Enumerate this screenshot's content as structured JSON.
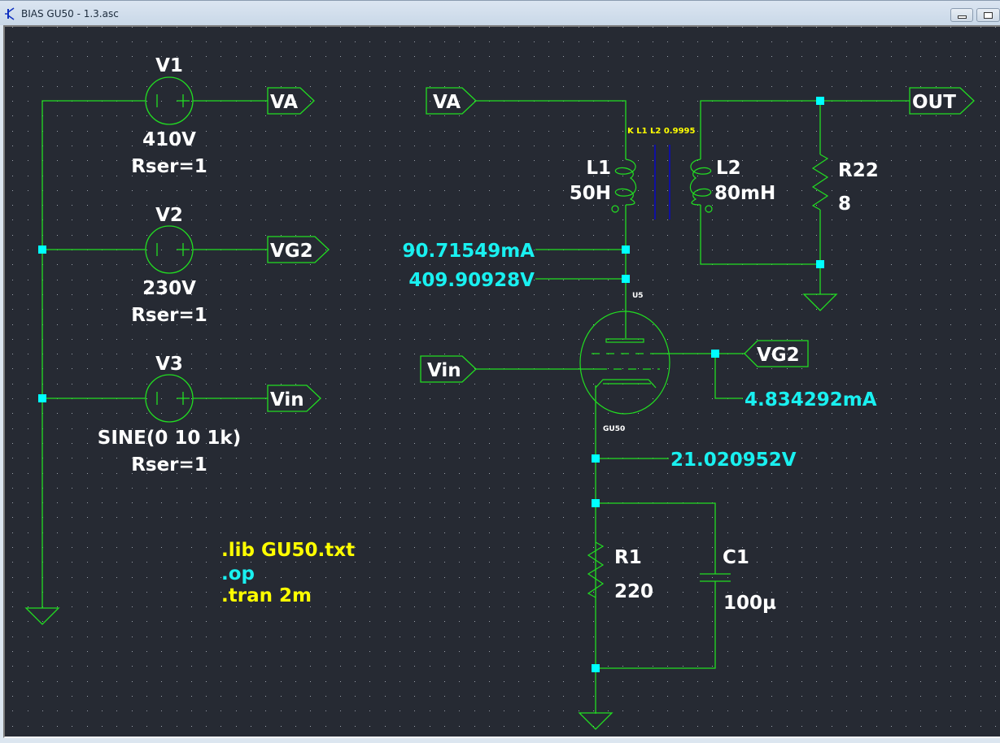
{
  "window": {
    "title": "BIAS GU50 - 1.3.asc",
    "app_icon": "transistor-icon",
    "buttons": [
      {
        "name": "minimize"
      },
      {
        "name": "restore"
      }
    ]
  },
  "colors": {
    "background": "#262a33",
    "grid_dot": "#9aa0aa",
    "wire": "#22dd22",
    "junction": "#00ffff",
    "text": "#ffffff",
    "op_value": "#19f0f0",
    "directive": "#ffff00",
    "coupling_line": "#1010a0"
  },
  "components": {
    "V1": {
      "name": "V1",
      "value": "410V",
      "extra": "Rser=1"
    },
    "V2": {
      "name": "V2",
      "value": "230V",
      "extra": "Rser=1"
    },
    "V3": {
      "name": "V3",
      "value": "SINE(0 10 1k)",
      "extra": "Rser=1"
    },
    "L1": {
      "name": "L1",
      "value": "50H"
    },
    "L2": {
      "name": "L2",
      "value": "80mH"
    },
    "R22": {
      "name": "R22",
      "value": "8"
    },
    "R1": {
      "name": "R1",
      "value": "220"
    },
    "C1": {
      "name": "C1",
      "value": "100µ"
    },
    "U5": {
      "name": "U5",
      "model": "GU50"
    }
  },
  "coupling": "K L1 L2 0.9995",
  "net_labels": {
    "va_left": "VA",
    "vg2_left": "VG2",
    "vin_left": "Vin",
    "va_right": "VA",
    "out": "OUT",
    "vin_right": "Vin",
    "vg2_right": "VG2"
  },
  "op_values": {
    "anode_current": "90.71549mA",
    "anode_voltage": "409.90928V",
    "screen_current": "4.834292mA",
    "cathode_voltage": "21.020952V"
  },
  "directives": {
    "lib": ".lib GU50.txt",
    "op": ".op",
    "tran": ".tran 2m"
  }
}
